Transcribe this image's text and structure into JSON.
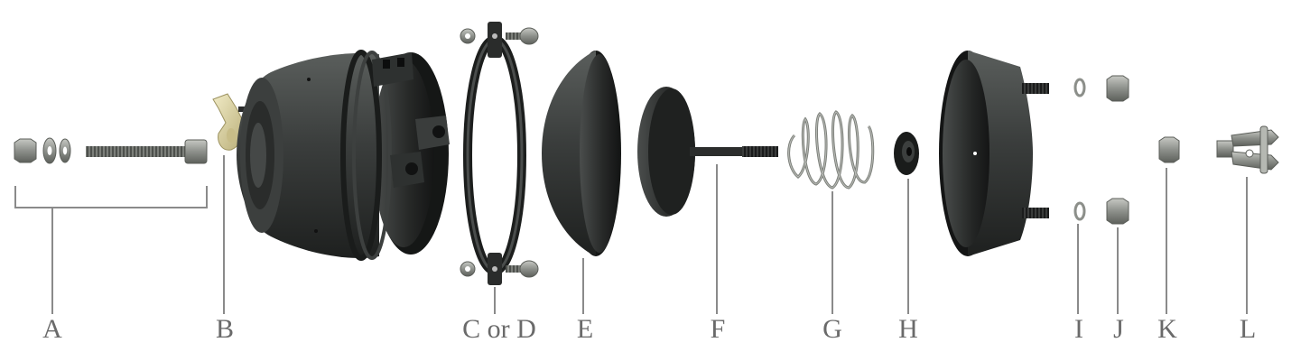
{
  "labels": {
    "A": "A",
    "B": "B",
    "CD": "C or D",
    "E": "E",
    "F": "F",
    "G": "G",
    "H": "H",
    "I": "I",
    "J": "J",
    "K": "K",
    "L": "L"
  },
  "colors": {
    "background": "#ffffff",
    "leader_line": "#8a8a8a",
    "label_text": "#6a6a6a",
    "part_dark": "#2b2e2d",
    "part_metal": "#8c8f8a",
    "part_tan": "#d8cfa0"
  }
}
